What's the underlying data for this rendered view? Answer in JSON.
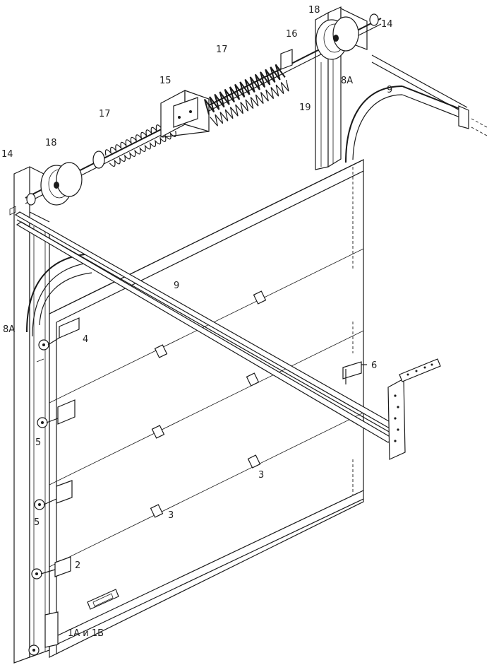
{
  "labels": {
    "l18_top": "18",
    "l14_top": "14",
    "l16": "16",
    "l17_top": "17",
    "l15": "15",
    "l8a_top": "8A",
    "l9_top": "9",
    "l19": "19",
    "l17_left": "17",
    "l18_left": "18",
    "l14_left": "14",
    "l9_mid": "9",
    "l8a_left": "8A",
    "l4": "4",
    "l6": "6",
    "l5_upper": "5",
    "l5_lower": "5",
    "l3_right": "3",
    "l3_left": "3",
    "l2": "2",
    "l1ab": "1А и 1Б"
  },
  "colors": {
    "line": "#1a1a1a",
    "background": "#ffffff"
  }
}
